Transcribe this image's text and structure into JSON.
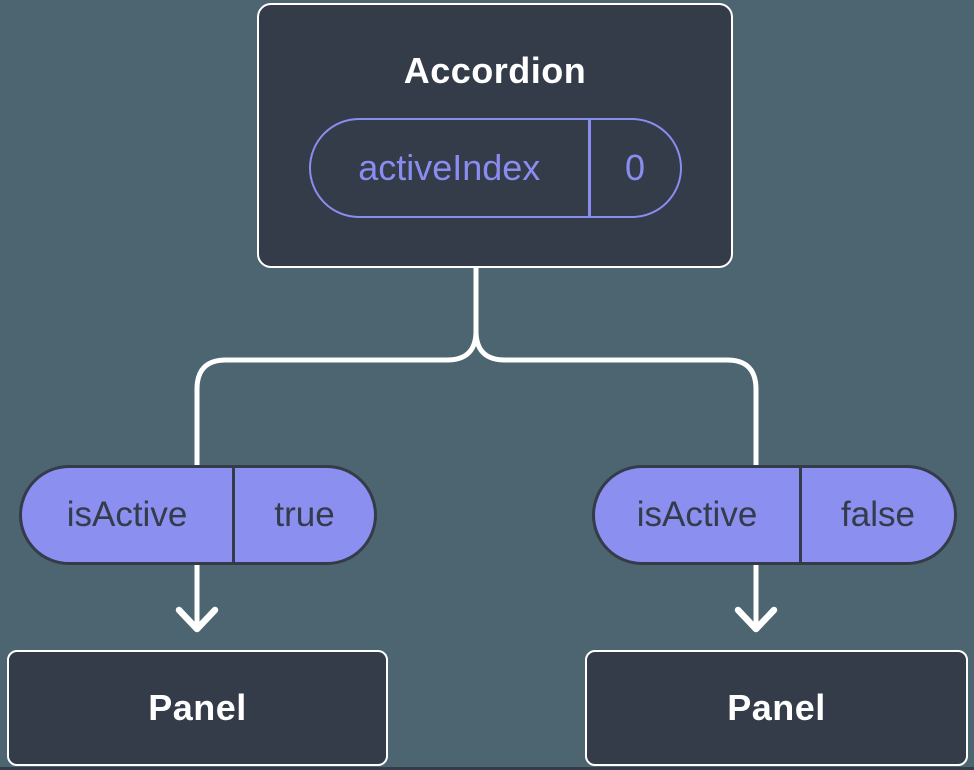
{
  "diagram": {
    "root": {
      "title": "Accordion",
      "prop": {
        "name": "activeIndex",
        "value": "0"
      }
    },
    "branches": [
      {
        "prop": {
          "name": "isActive",
          "value": "true"
        },
        "child": {
          "title": "Panel"
        }
      },
      {
        "prop": {
          "name": "isActive",
          "value": "false"
        },
        "child": {
          "title": "Panel"
        }
      }
    ]
  },
  "colors": {
    "background": "#4d6570",
    "node_fill": "#343b49",
    "node_border": "#ffffff",
    "pill_fill": "#8b8ff0",
    "pill_accent": "#8a8df0",
    "dark_text": "#343b49",
    "light_text": "#ffffff",
    "connector": "#ffffff"
  }
}
